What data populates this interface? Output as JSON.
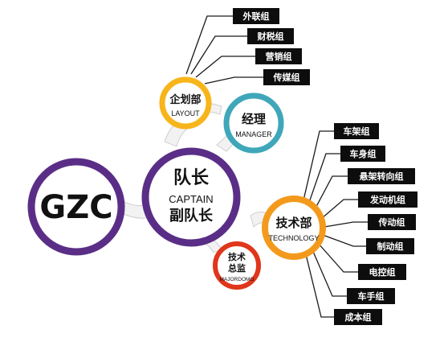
{
  "colors": {
    "purple": "#5a2e86",
    "yellow": "#f7b51b",
    "teal": "#3fa7b9",
    "orange": "#f39a1c",
    "red": "#e0361b",
    "tag": "#0d0d0d",
    "line": "#1a1a1a"
  },
  "root": {
    "label": "GZC"
  },
  "captain": {
    "cn_top": "队长",
    "en": "CAPTAIN",
    "cn_bottom": "副队长"
  },
  "planning": {
    "cn": "企划部",
    "en": "LAYOUT"
  },
  "manager": {
    "cn": "经理",
    "en": "MANAGER"
  },
  "technology": {
    "cn": "技术部",
    "en": "TECHNOLOGY"
  },
  "majordomo": {
    "cn_top": "技术",
    "cn_bottom": "总监",
    "en": "MAJORDOMO"
  },
  "planning_groups": [
    "外联组",
    "财税组",
    "营销组",
    "传媒组"
  ],
  "tech_groups": [
    "车架组",
    "车身组",
    "悬架转向组",
    "发动机组",
    "传动组",
    "制动组",
    "电控组",
    "车手组",
    "成本组"
  ]
}
